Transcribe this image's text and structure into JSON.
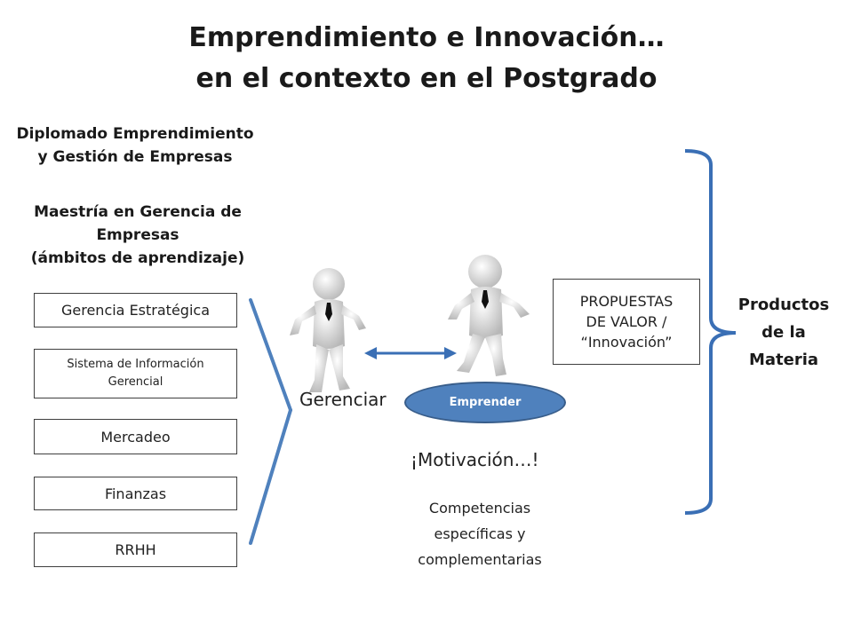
{
  "title": {
    "line1": "Emprendimiento e Innovación…",
    "line2": "en el contexto en el Postgrado"
  },
  "diplomado": {
    "line1": "Diplomado Emprendimiento",
    "line2": "y Gestión de Empresas"
  },
  "maestria": {
    "line1": "Maestría en Gerencia de",
    "line2": "Empresas",
    "line3": "(ámbitos de aprendizaje)"
  },
  "areas": [
    {
      "label": "Gerencia Estratégica"
    },
    {
      "line1": "Sistema de Información",
      "line2": "Gerencial"
    },
    {
      "label": "Mercadeo"
    },
    {
      "label": "Finanzas"
    },
    {
      "label": "RRHH"
    }
  ],
  "gerenciar": "Gerenciar",
  "emprender": "Emprender",
  "motivacion": "¡Motivación…!",
  "competencias": {
    "line1": "Competencias",
    "line2": "específicas y",
    "line3": "complementarias"
  },
  "propuestas": {
    "line1": "PROPUESTAS",
    "line2": "DE VALOR /",
    "line3": "“Innovación”"
  },
  "productos": {
    "line1": "Productos",
    "line2": "de la",
    "line3": "Materia"
  },
  "colors": {
    "accent_blue": "#4f81bd",
    "arrow_blue": "#3a6fb5"
  }
}
